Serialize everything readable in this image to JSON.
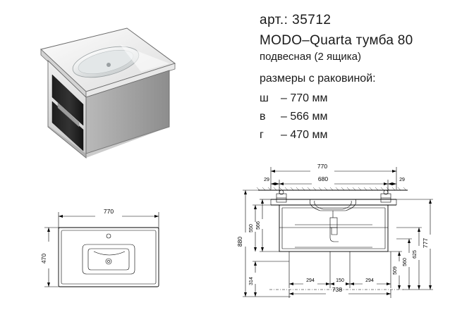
{
  "spec": {
    "article_label": "арт.: 35712",
    "title": "MODO–Quarta  тумба 80",
    "subtitle": "подвесная (2 ящика)",
    "dims_label": "размеры с раковиной:",
    "dims": [
      {
        "key": "ш",
        "value": "– 770 мм"
      },
      {
        "key": "в",
        "value": "– 566 мм"
      },
      {
        "key": "г",
        "value": "– 470 мм"
      }
    ]
  },
  "photo": {
    "alt_name": "product-photo-cabinet-with-sink"
  },
  "top_view": {
    "width_label": "770",
    "depth_label": "470"
  },
  "tech_drawing": {
    "labels": {
      "total_width": "770",
      "inner_width": "680",
      "left_offset": "29",
      "right_offset": "29",
      "height_566": "566",
      "height_550": "550",
      "height_880": "880",
      "height_314": "314",
      "seg_294_left": "294",
      "seg_150": "150",
      "seg_294_right": "294",
      "base_738": "738",
      "depth_777": "777",
      "depth_625": "625",
      "depth_560": "560",
      "depth_509": "509"
    }
  },
  "colors": {
    "line": "#000000",
    "text": "#1a1a1a",
    "panel_dark": "#2b2b2b",
    "cabinet_body": "#e9e9e9",
    "sink": "#f4f4f4"
  }
}
